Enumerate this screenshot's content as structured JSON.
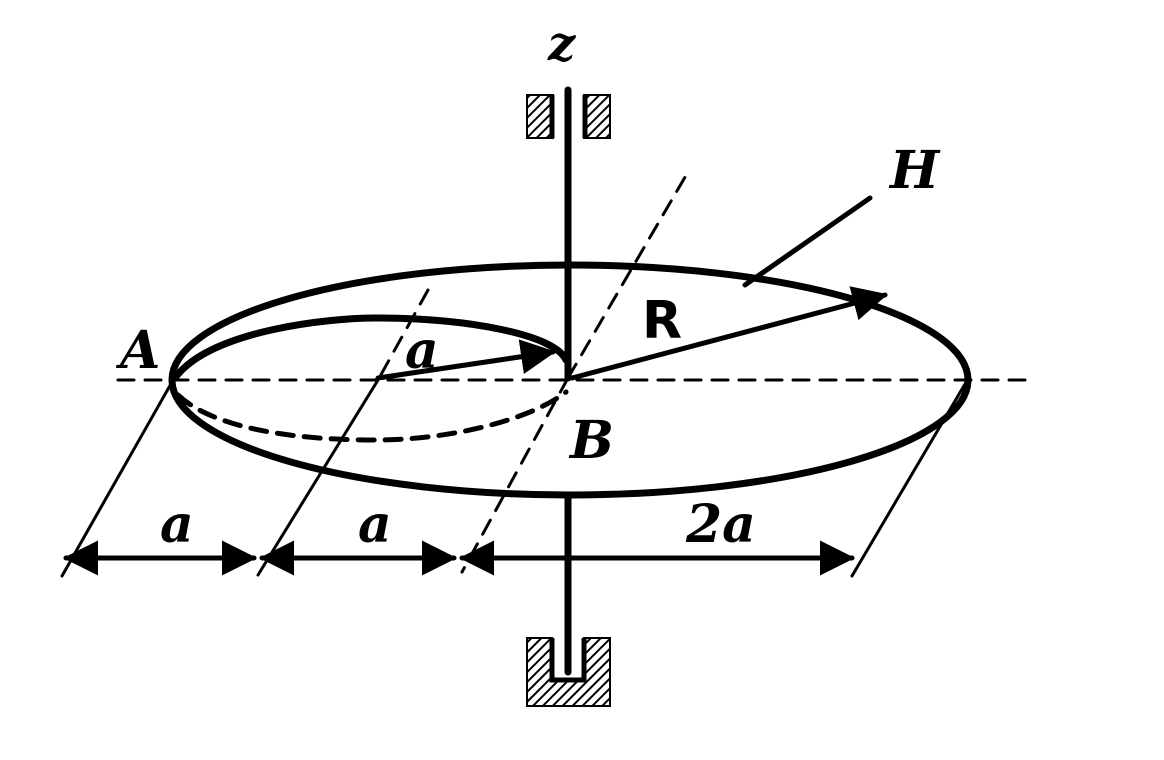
{
  "labels": {
    "z_axis": "z",
    "point_a": "A",
    "point_b": "B",
    "point_h": "H",
    "radius_r": "R",
    "radius_a": "a",
    "dim_first": "a",
    "dim_second": "a",
    "dim_third": "2a"
  },
  "colors": {
    "ink": "#000000",
    "paper": "#ffffff"
  }
}
